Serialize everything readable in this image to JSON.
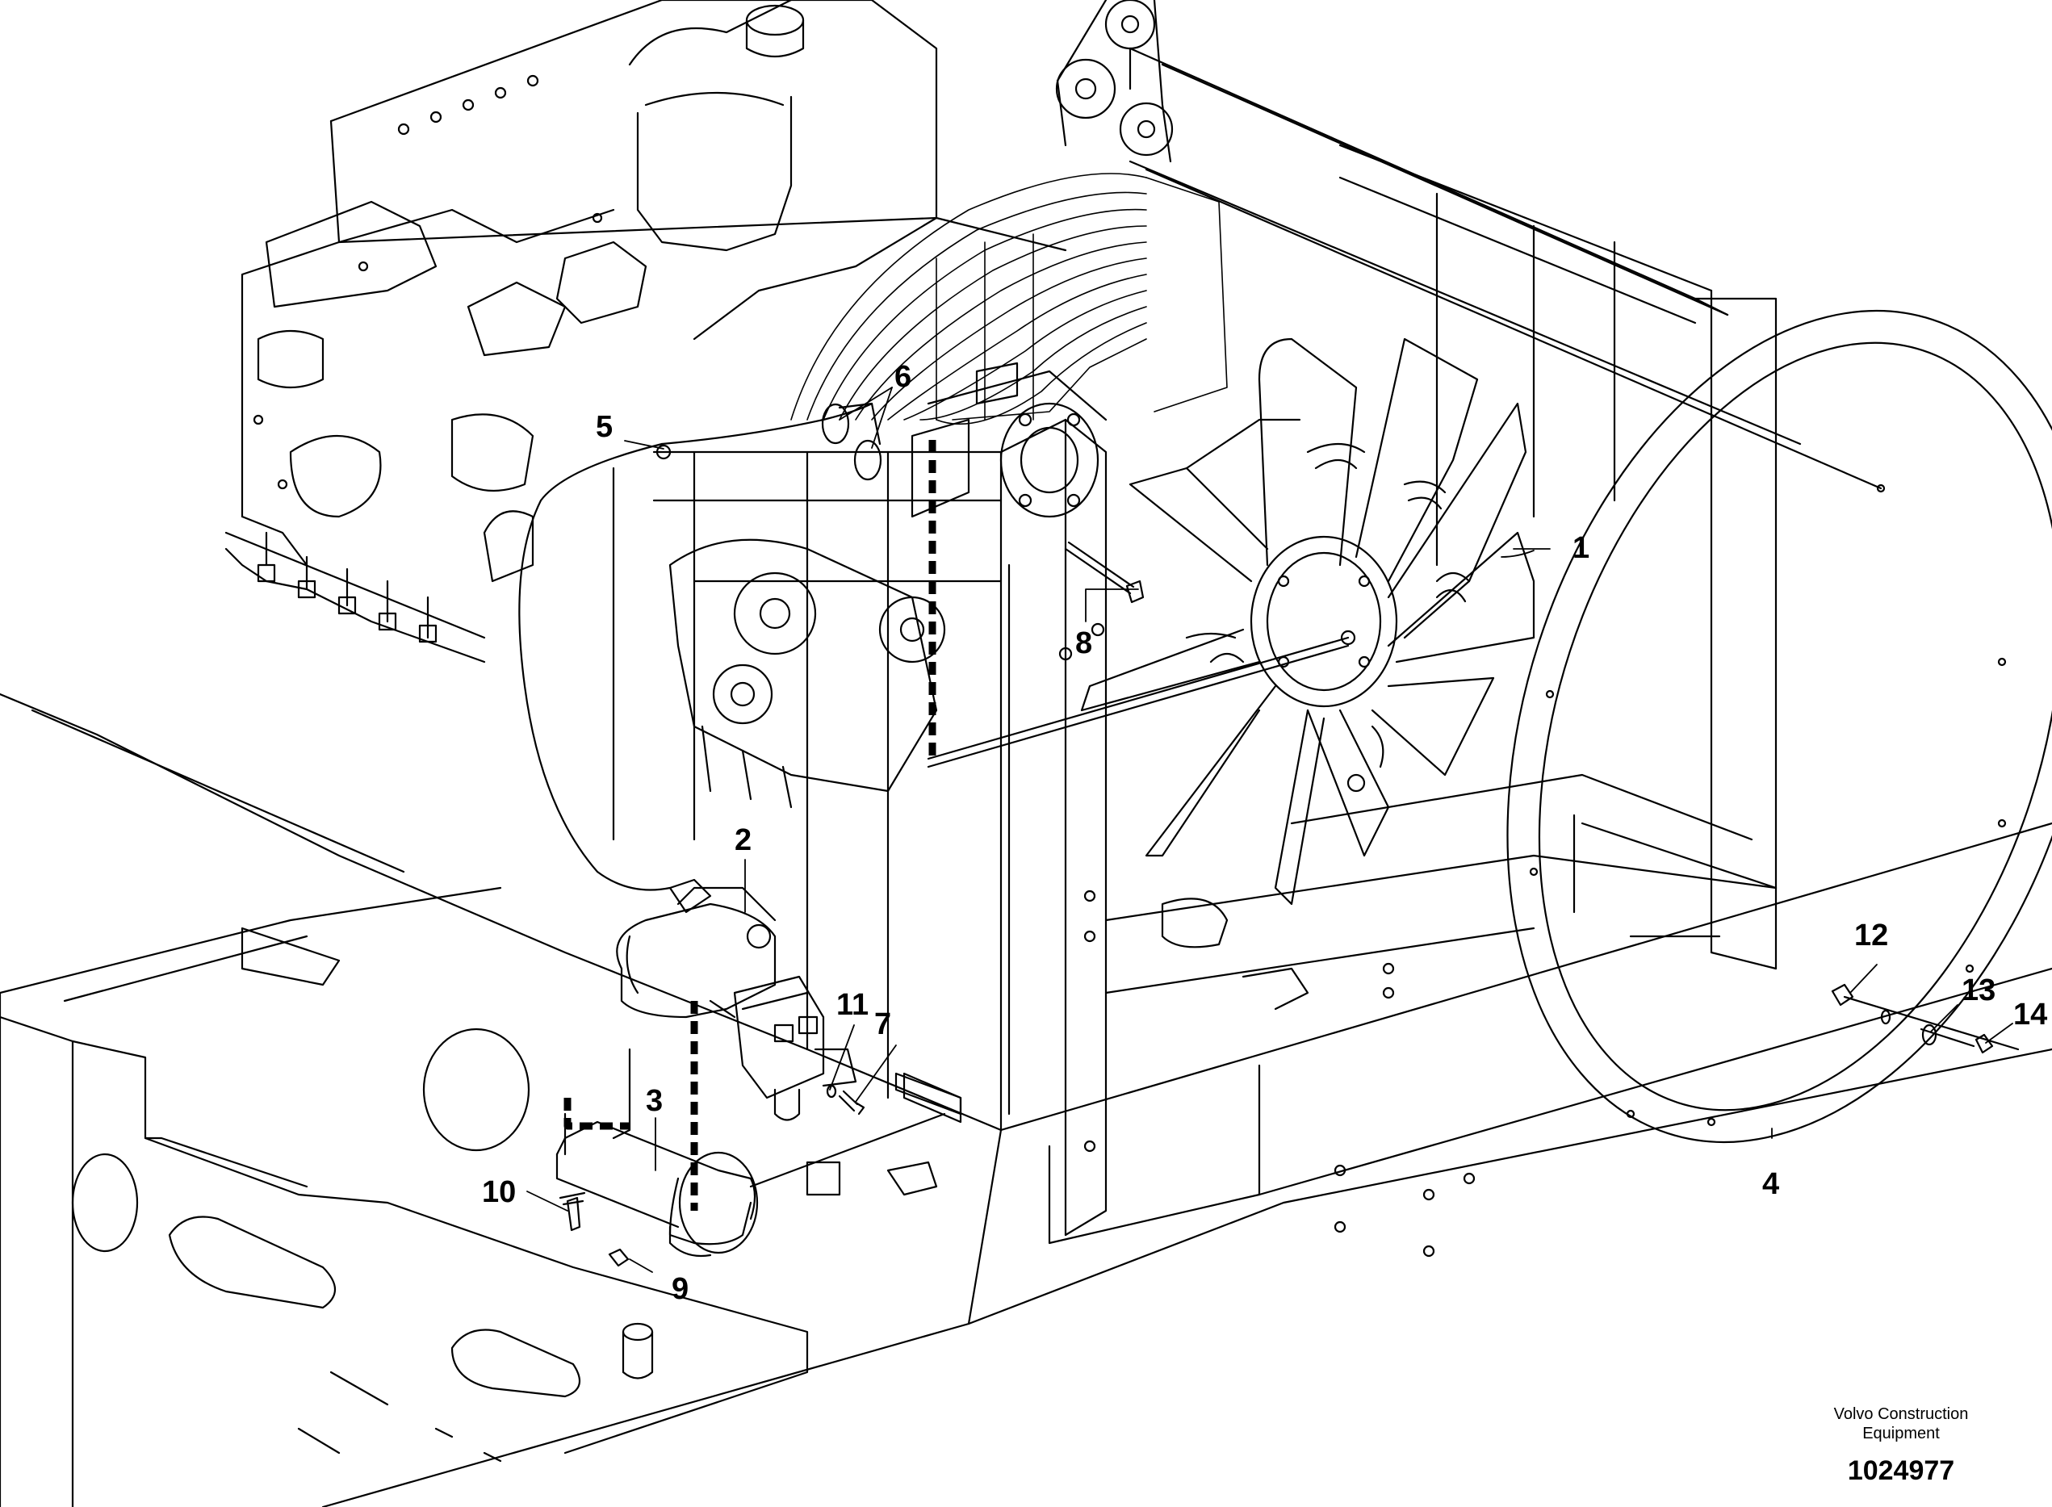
{
  "callouts": {
    "c1": "1",
    "c2": "2",
    "c3": "3",
    "c4": "4",
    "c5": "5",
    "c6": "6",
    "c7": "7",
    "c8": "8",
    "c9": "9",
    "c10": "10",
    "c11": "11",
    "c12": "12",
    "c13": "13",
    "c14": "14"
  },
  "footer": {
    "brand_line1": "Volvo Construction",
    "brand_line2": "Equipment",
    "drawing_number": "1024977"
  }
}
